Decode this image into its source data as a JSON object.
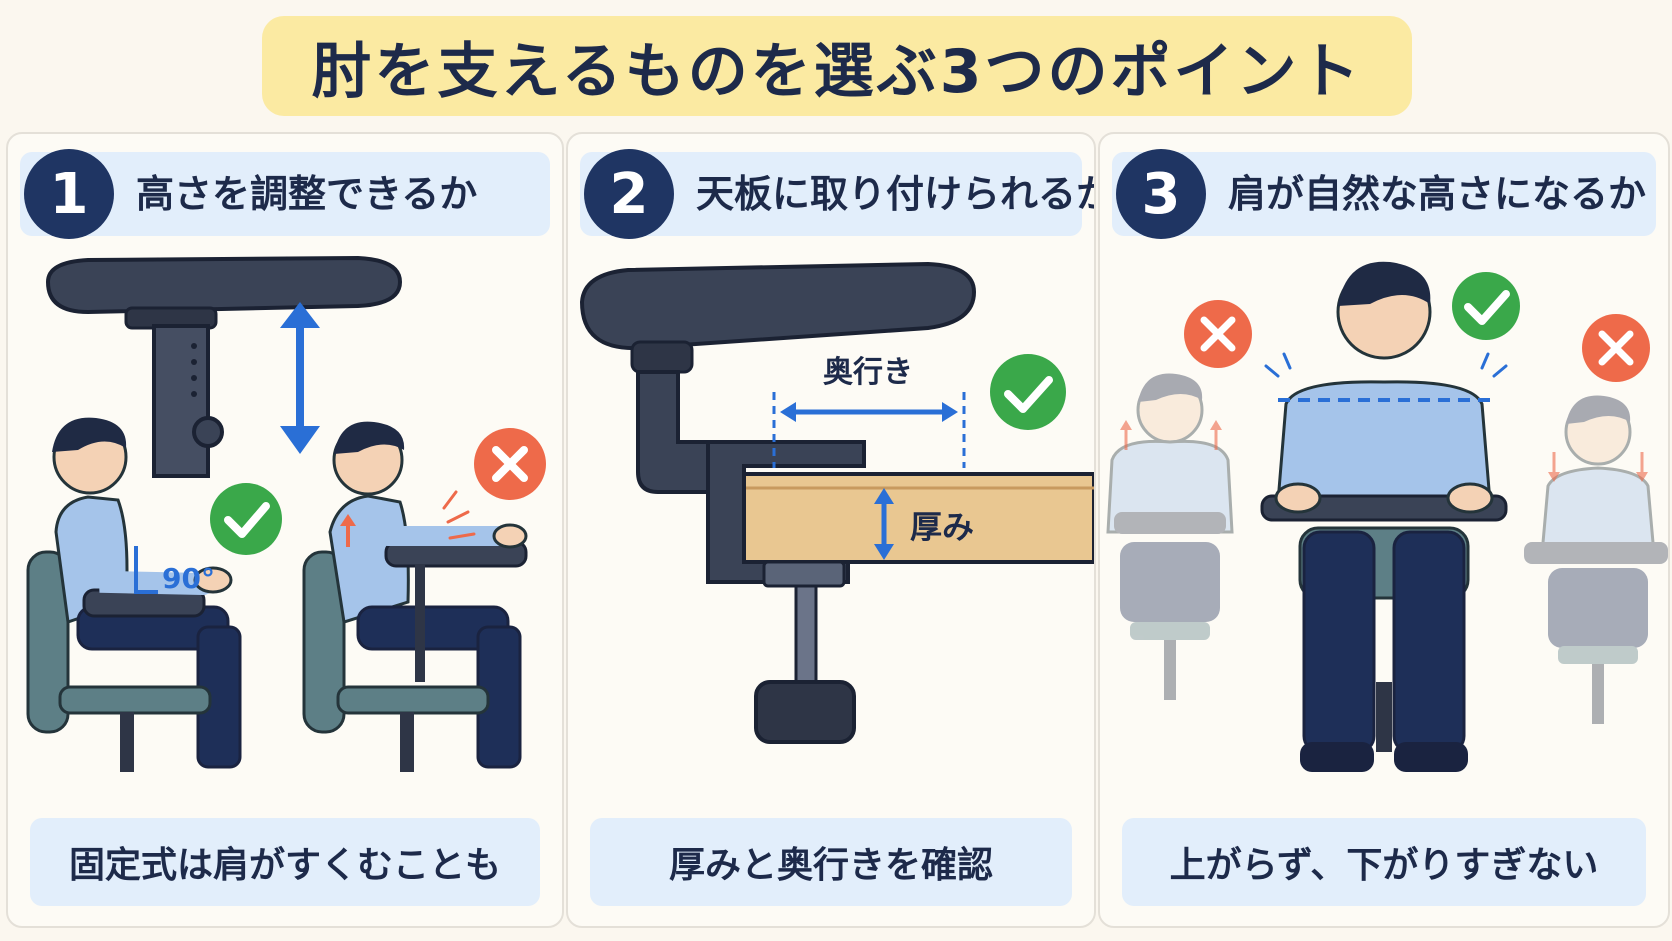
{
  "title": "肘を支えるものを選ぶ3つのポイント",
  "points": [
    {
      "number": "1",
      "heading": "高さを調整できるか",
      "caption": "固定式は肩がすくむことも",
      "angle_label": "90°"
    },
    {
      "number": "2",
      "heading": "天板に取り付けられるか",
      "caption": "厚みと奥行きを確認",
      "depth_label": "奥行き",
      "thickness_label": "厚み"
    },
    {
      "number": "3",
      "heading": "肩が自然な高さになるか",
      "caption": "上がらず、下がりすぎない"
    }
  ],
  "colors": {
    "good": "#3aa84a",
    "bad": "#ee6a4a",
    "accent": "#2a6fd6",
    "navy": "#1f3563"
  },
  "icons": [
    "check-icon",
    "cross-icon",
    "up-down-arrow-icon"
  ]
}
